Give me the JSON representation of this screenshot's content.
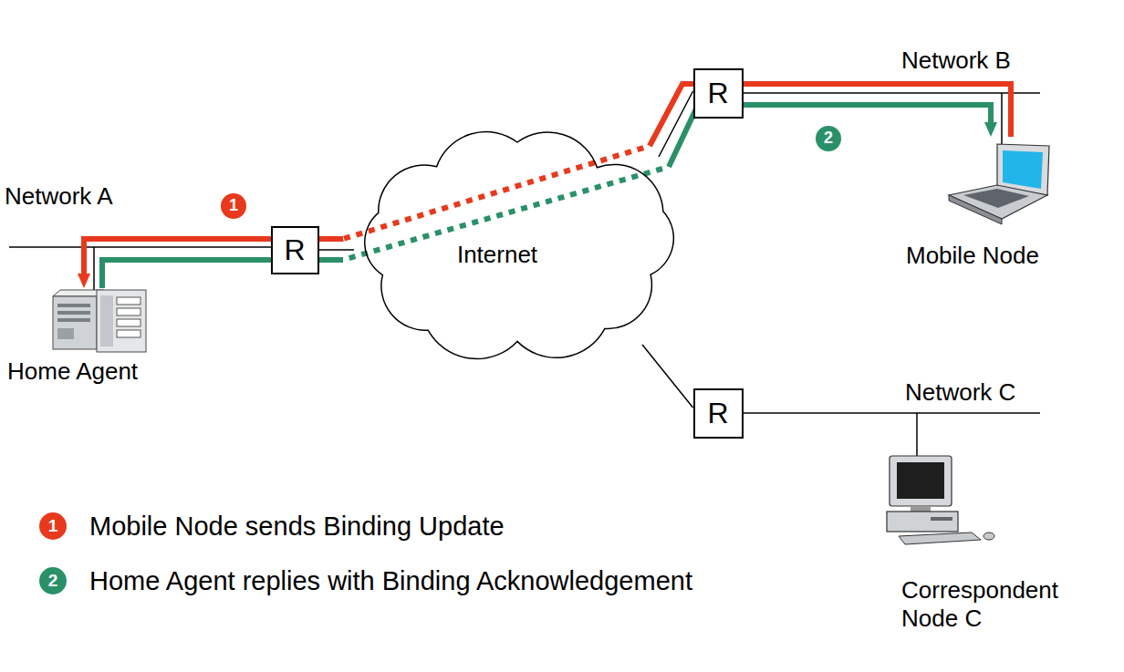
{
  "diagram": {
    "nodes": [
      {
        "text": [
          "Home Agent"
        ]
      },
      {
        "text": [
          "R"
        ]
      },
      {
        "text": [
          "Internet"
        ]
      },
      {
        "text": [
          "R"
        ]
      },
      {
        "text": [
          "Mobile Node"
        ]
      },
      {
        "text": [
          "R"
        ]
      },
      {
        "text": [
          "Correspondent Node C"
        ]
      }
    ],
    "edges": [
      {
        "from": 4,
        "to": 0,
        "arrow": "to"
      },
      {
        "from": 0,
        "to": 4,
        "arrow": "to"
      },
      {
        "from": 1,
        "to": 2,
        "arrow": "none"
      },
      {
        "from": 2,
        "to": 3,
        "arrow": "none"
      },
      {
        "from": 2,
        "to": 5,
        "arrow": "none"
      }
    ],
    "labels": [
      "Network A",
      "Network B",
      "Network C",
      "1",
      "2",
      "1",
      "2"
    ],
    "legend": [
      {
        "text": "Mobile Node sends Binding Update",
        "color": "#e8391d"
      },
      {
        "text": "Home Agent replies with Binding Acknowledgement",
        "color": "#2a9068"
      }
    ]
  }
}
